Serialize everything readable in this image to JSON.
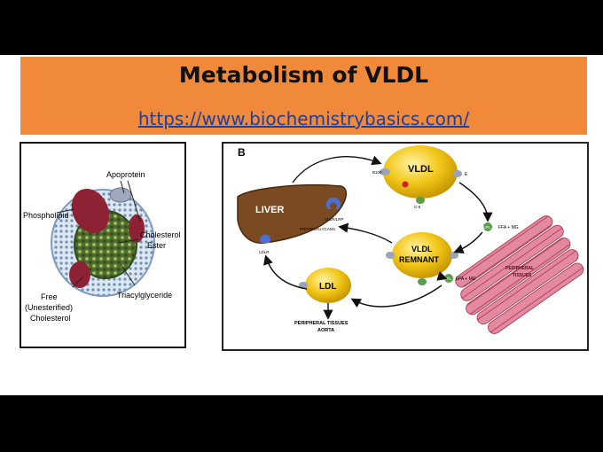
{
  "slide": {
    "title": "Metabolism of VLDL",
    "url": "https://www.biochemistrybasics.com/"
  },
  "lipoprotein_diagram": {
    "labels": {
      "apoprotein": "Apoprotein",
      "phospholipid": "Phospholipid",
      "cholesterol_ester_1": "Cholesterol",
      "cholesterol_ester_2": "Ester",
      "triacylglyceride": "Triacylglyceride",
      "free_cholesterol_1": "Free",
      "free_cholesterol_2": "(Unesterified)",
      "free_cholesterol_3": "Cholesterol"
    }
  },
  "pathway_diagram": {
    "panel_letter": "B",
    "liver": "LIVER",
    "vldl": "VLDL",
    "vldl_remnant_1": "VLDL",
    "vldl_remnant_2": "REMNANT",
    "ldl": "LDL",
    "peripheral_bottom_1": "PERIPHERAL TISSUES",
    "peripheral_bottom_2": "AORTA",
    "peripheral_muscle_1": "PERIPHERAL",
    "peripheral_muscle_2": "TISSUES",
    "ffa_mg_1": "FFA + MG",
    "ffa_mg_2": "FFA + MG",
    "lpl_1": "LPL",
    "lpl_2": "LPL",
    "receptor_1": "LDLR/LRP",
    "receptor_2": "PROTEOGLYCANS",
    "ldlr": "LDLR",
    "apo_b100": "B100",
    "apo_e": "E",
    "apo_cii": "C-II",
    "colors": {
      "liver": "#7a4a22",
      "particle": "#e8b400",
      "muscle": "#d9738a",
      "receptor": "#4a6fd6",
      "lpl": "#5aa04a"
    }
  }
}
